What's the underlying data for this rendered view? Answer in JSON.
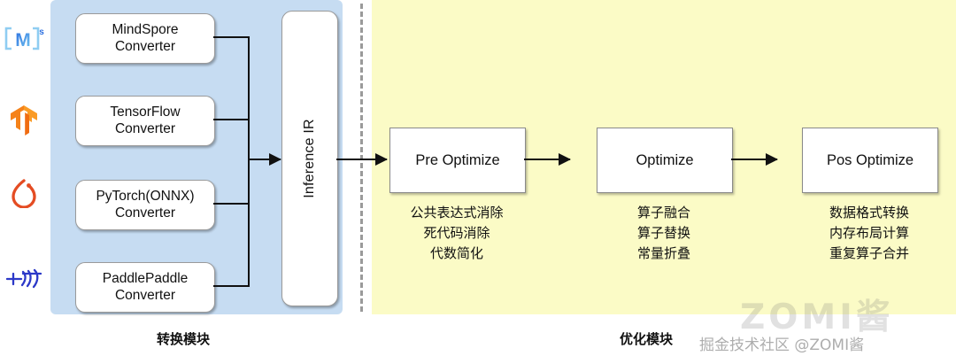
{
  "diagram": {
    "panels": {
      "convert": {
        "caption": "转换模块",
        "color": "#c6dcf2"
      },
      "optimize": {
        "caption": "优化模块",
        "color": "#fbfbc6"
      }
    },
    "logos": [
      {
        "name": "mindspore-logo",
        "alt": "[M]s"
      },
      {
        "name": "tensorflow-logo",
        "alt": "TF"
      },
      {
        "name": "pytorch-logo",
        "alt": "PyTorch flame"
      },
      {
        "name": "paddlepaddle-logo",
        "alt": "飞桨"
      }
    ],
    "converters": [
      {
        "line1": "MindSpore",
        "line2": "Converter"
      },
      {
        "line1": "TensorFlow",
        "line2": "Converter"
      },
      {
        "line1": "PyTorch(ONNX)",
        "line2": "Converter"
      },
      {
        "line1": "PaddlePaddle",
        "line2": "Converter"
      }
    ],
    "ir": {
      "label": "Inference IR"
    },
    "stages": [
      {
        "title": "Pre Optimize",
        "items": [
          "公共表达式消除",
          "死代码消除",
          "代数简化"
        ]
      },
      {
        "title": "Optimize",
        "items": [
          "算子融合",
          "算子替换",
          "常量折叠"
        ]
      },
      {
        "title": "Pos Optimize",
        "items": [
          "数据格式转换",
          "内存布局计算",
          "重复算子合并"
        ]
      }
    ],
    "watermarks": {
      "big": "ZOMI酱",
      "small": "掘金技术社区 @ZOMI酱"
    }
  }
}
